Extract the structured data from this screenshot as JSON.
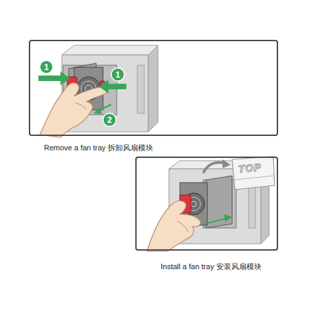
{
  "diagram": {
    "nodes": [
      {
        "text": [
          "Remove a fan tray 拆卸风扇模块"
        ]
      },
      {
        "text": [
          "1"
        ],
        "in": 0
      },
      {
        "text": [
          "1"
        ],
        "in": 0
      },
      {
        "text": [
          "2"
        ],
        "in": 0
      },
      {
        "text": [
          "Install a fan tray 安装风扇模块"
        ]
      }
    ],
    "labels": [
      "TOP"
    ]
  }
}
